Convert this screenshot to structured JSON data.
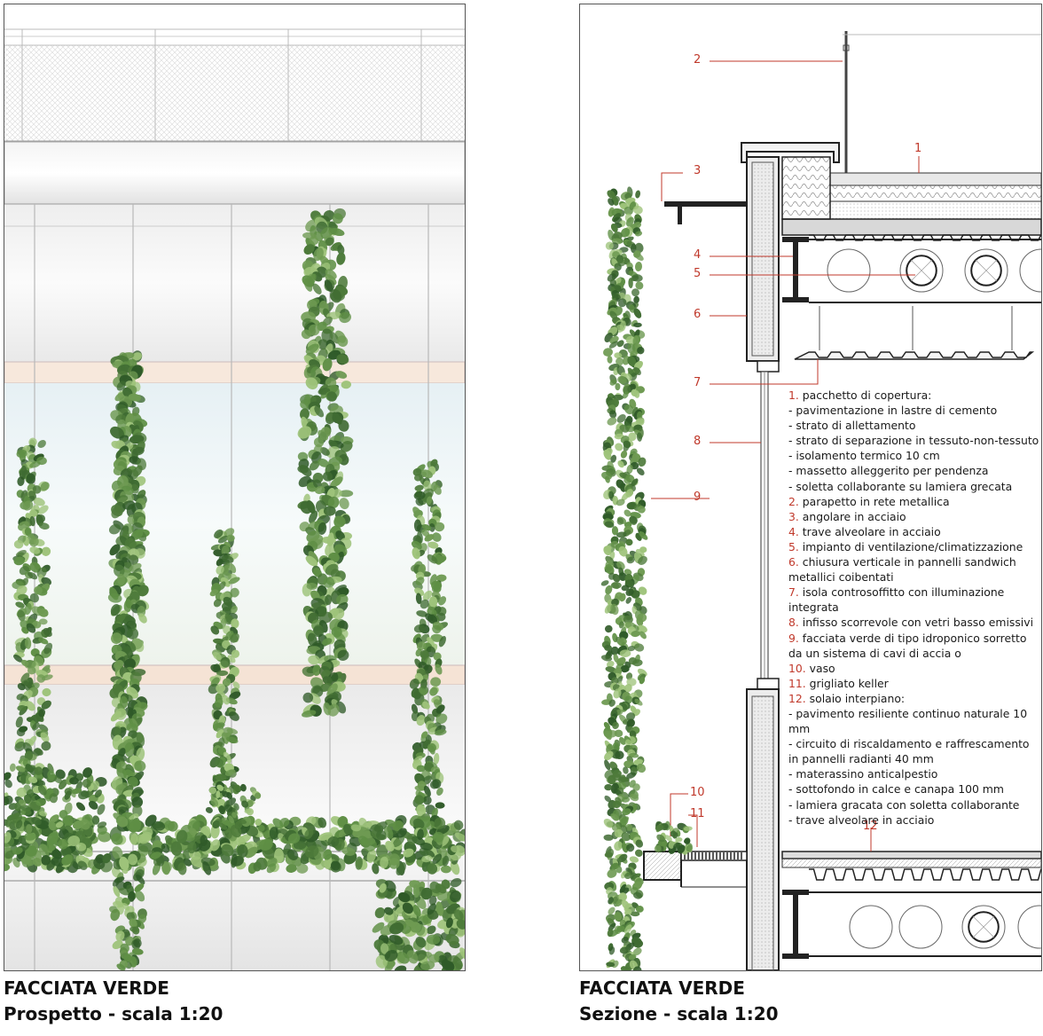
{
  "captions": {
    "elevation": {
      "title": "FACCIATA VERDE",
      "subtitle": "Prospetto - scala 1:20"
    },
    "section": {
      "title": "FACCIATA VERDE",
      "subtitle": "Sezione - scala 1:20"
    }
  },
  "callouts": [
    "1",
    "2",
    "3",
    "4",
    "5",
    "6",
    "7",
    "8",
    "9",
    "10",
    "11",
    "12"
  ],
  "legend": [
    {
      "num": "1.",
      "text": "pacchetto di copertura:"
    },
    {
      "num": "",
      "text": "- pavimentazione in lastre di cemento"
    },
    {
      "num": "",
      "text": "- strato di allettamento"
    },
    {
      "num": "",
      "text": "- strato di separazione in tessuto-non-tessuto"
    },
    {
      "num": "",
      "text": "- isolamento termico 10 cm"
    },
    {
      "num": "",
      "text": "- massetto alleggerito per pendenza"
    },
    {
      "num": "",
      "text": "- soletta collaborante su lamiera grecata"
    },
    {
      "num": "2.",
      "text": "parapetto in rete metallica"
    },
    {
      "num": "3.",
      "text": "angolare in acciaio"
    },
    {
      "num": "4.",
      "text": "trave alveolare in acciaio"
    },
    {
      "num": "5.",
      "text": "impianto di ventilazione/climatizzazione"
    },
    {
      "num": "6.",
      "text": "chiusura verticale in pannelli sandwich metallici coibentati"
    },
    {
      "num": "7.",
      "text": "isola controsoffitto con illuminazione integrata"
    },
    {
      "num": "8.",
      "text": "infisso scorrevole con vetri basso emissivi"
    },
    {
      "num": "9.",
      "text": "facciata verde di tipo idroponico sorretto da un sistema di cavi di accia o"
    },
    {
      "num": "10.",
      "text": "vaso"
    },
    {
      "num": "11.",
      "text": "grigliato keller"
    },
    {
      "num": "12.",
      "text": "solaio interpiano:"
    },
    {
      "num": "",
      "text": "- pavimento resiliente continuo naturale 10 mm"
    },
    {
      "num": "",
      "text": "- circuito di riscaldamento e raffrescamento in pannelli radianti 40 mm"
    },
    {
      "num": "",
      "text": "- materassino anticalpestio"
    },
    {
      "num": "",
      "text": "- sottofondo in calce e canapa 100 mm"
    },
    {
      "num": "",
      "text": "- lamiera gracata con soletta collaborante"
    },
    {
      "num": "",
      "text": "- trave alveolare in acciaio"
    }
  ],
  "colors": {
    "accent": "#c0392b",
    "plant_dark": "#3f6b32",
    "plant_mid": "#5f8f45",
    "plant_light": "#9ec37a",
    "structure": "#1a1a1a"
  }
}
